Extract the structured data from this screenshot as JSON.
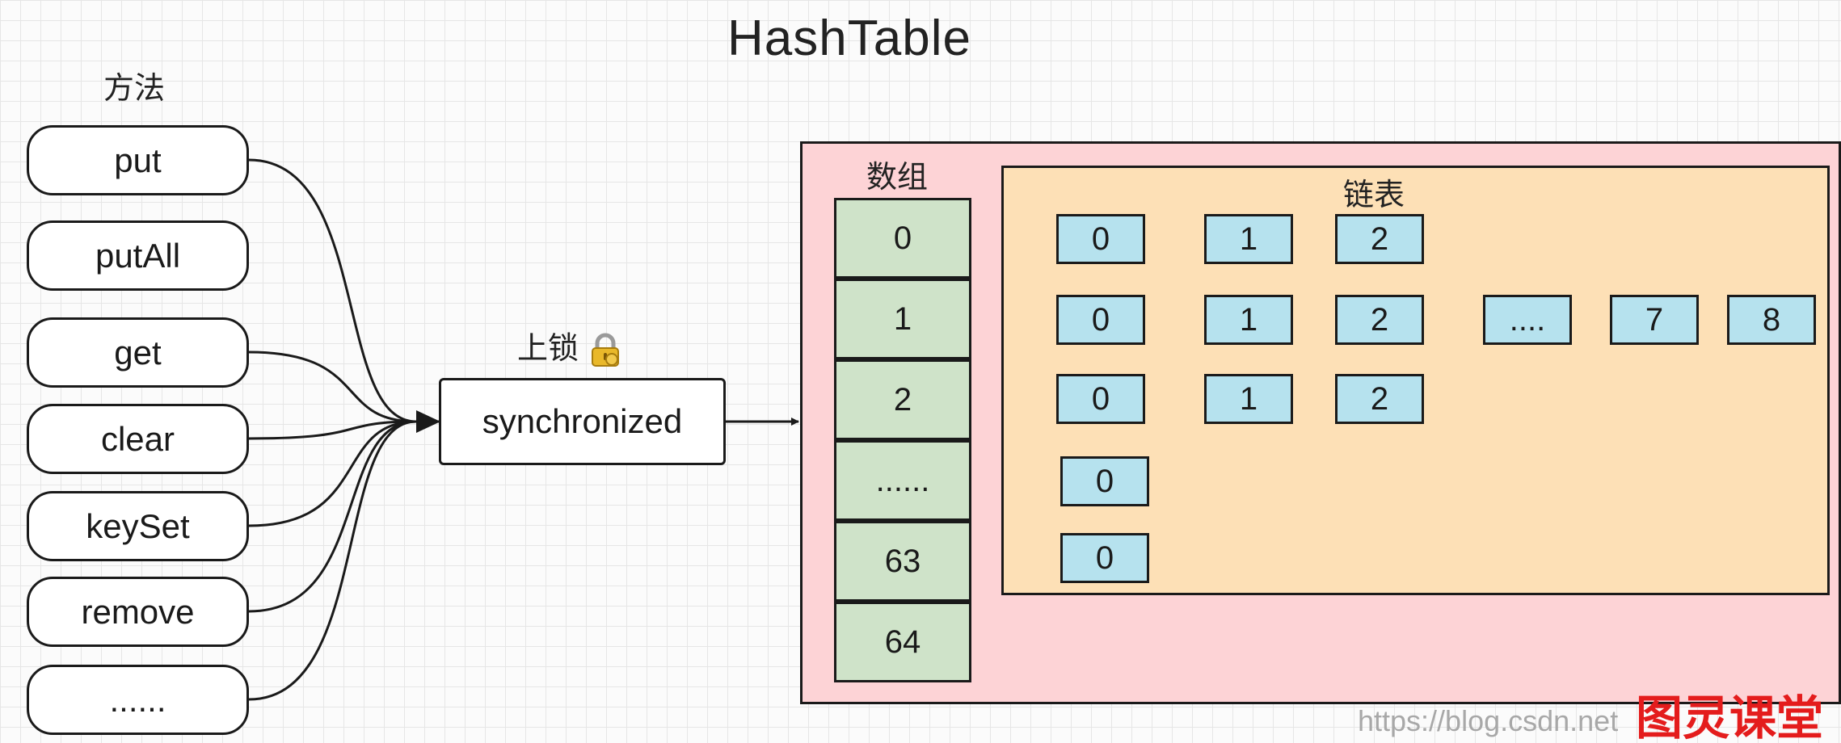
{
  "title": "HashTable",
  "methods_header": "方法",
  "methods": [
    "put",
    "putAll",
    "get",
    "clear",
    "keySet",
    "remove",
    "......"
  ],
  "lock": {
    "label": "上锁",
    "icon": "lock-icon",
    "box_label": "synchronized"
  },
  "array": {
    "label": "数组",
    "cells": [
      "0",
      "1",
      "2",
      "......",
      "63",
      "64"
    ]
  },
  "linked_list": {
    "label": "链表",
    "rows": [
      [
        "0",
        "1",
        "2"
      ],
      [
        "0",
        "1",
        "2",
        "....",
        "7",
        "8"
      ],
      [
        "0",
        "1",
        "2"
      ],
      [
        "0"
      ],
      [
        "0"
      ]
    ]
  },
  "watermark": "https://blog.csdn.net",
  "brand": "图灵课堂",
  "colors": {
    "hashtable_bg": "#fdd3d6",
    "linked_area_bg": "#fde0b6",
    "array_cell_bg": "#cfe3c9",
    "node_bg": "#b6e2ee",
    "brand": "#e41c1c"
  }
}
